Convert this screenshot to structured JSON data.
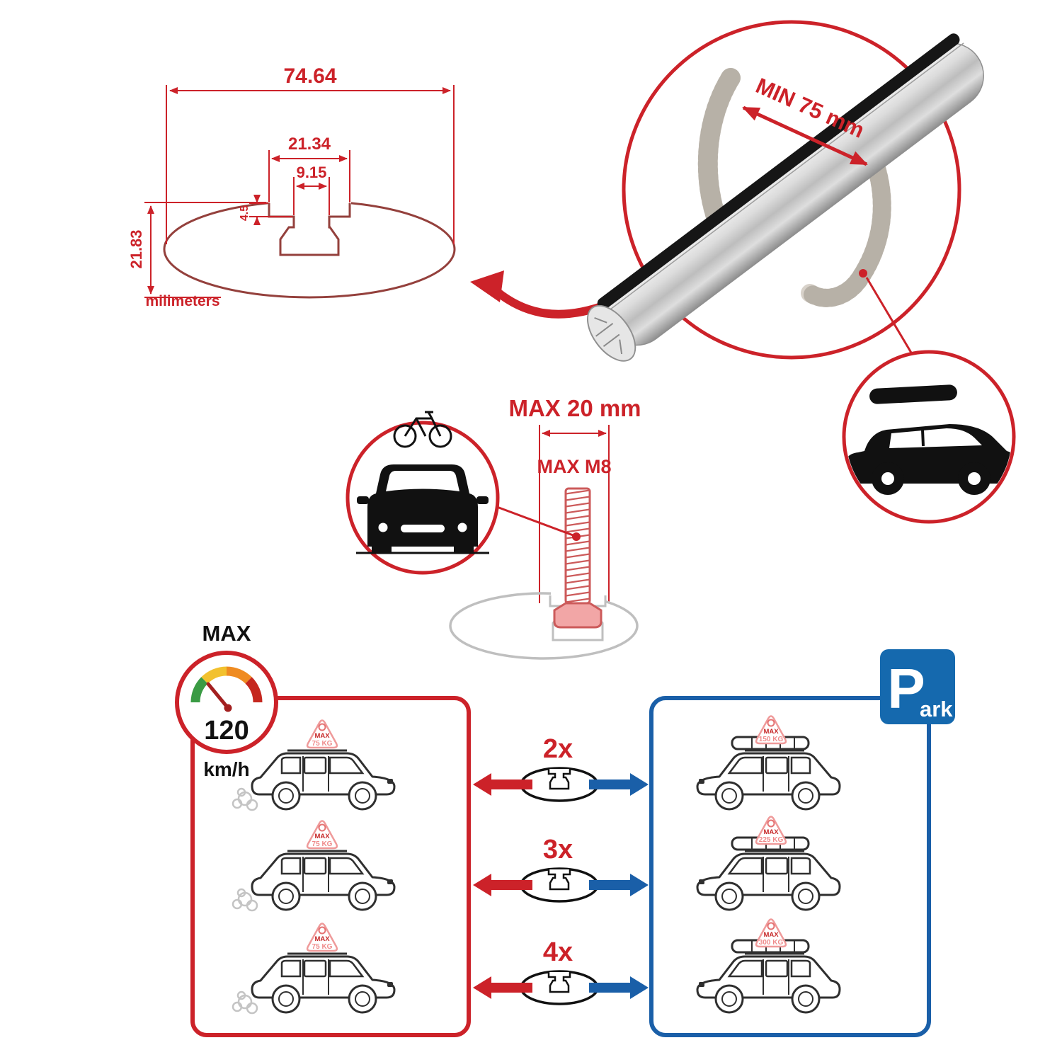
{
  "colors": {
    "accent_red": "#cc2229",
    "accent_blue": "#1a5fa8",
    "profile_maroon": "#94403c",
    "pink": "#ef9a9a"
  },
  "cross_section": {
    "total_width": "74.64",
    "slot_outer_width": "21.34",
    "slot_inner_width": "9.15",
    "slot_depth": "4.5",
    "total_height": "21.83",
    "units": "milimeters"
  },
  "bar_callout": {
    "min_span": "MIN 75 mm"
  },
  "bolt_callout": {
    "max_width": "MAX 20 mm",
    "max_thread": "MAX M8"
  },
  "speed": {
    "label": "MAX",
    "value": "120",
    "units": "km/h"
  },
  "rows": [
    {
      "multiplier": "2x",
      "left_badge": {
        "l1": "MAX",
        "l2": "75 KG"
      },
      "right_badge": {
        "l1": "MAX",
        "l2": "150 KG"
      }
    },
    {
      "multiplier": "3x",
      "left_badge": {
        "l1": "MAX",
        "l2": "75 KG"
      },
      "right_badge": {
        "l1": "MAX",
        "l2": "225 KG"
      }
    },
    {
      "multiplier": "4x",
      "left_badge": {
        "l1": "MAX",
        "l2": "75 KG"
      },
      "right_badge": {
        "l1": "MAX",
        "l2": "300 KG"
      }
    }
  ],
  "park_sign": {
    "p": "P",
    "ark": "ark"
  }
}
